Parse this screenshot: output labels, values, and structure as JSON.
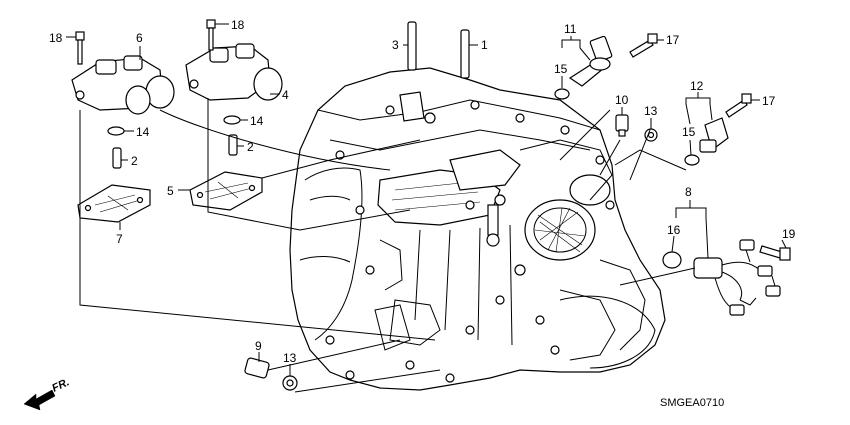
{
  "diagram": {
    "code": "SMGEA0710",
    "direction_label": "FR.",
    "callouts": [
      {
        "id": "c18a",
        "text": "18"
      },
      {
        "id": "c6",
        "text": "6"
      },
      {
        "id": "c18b",
        "text": "18"
      },
      {
        "id": "c3",
        "text": "3"
      },
      {
        "id": "c1",
        "text": "1"
      },
      {
        "id": "c11",
        "text": "11"
      },
      {
        "id": "c17a",
        "text": "17"
      },
      {
        "id": "c15a",
        "text": "15"
      },
      {
        "id": "c4",
        "text": "4"
      },
      {
        "id": "c14a",
        "text": "14"
      },
      {
        "id": "c14b",
        "text": "14"
      },
      {
        "id": "c2a",
        "text": "2"
      },
      {
        "id": "c2b",
        "text": "2"
      },
      {
        "id": "c10",
        "text": "10"
      },
      {
        "id": "c13a",
        "text": "13"
      },
      {
        "id": "c12",
        "text": "12"
      },
      {
        "id": "c17b",
        "text": "17"
      },
      {
        "id": "c15b",
        "text": "15"
      },
      {
        "id": "c5",
        "text": "5"
      },
      {
        "id": "c7",
        "text": "7"
      },
      {
        "id": "c8",
        "text": "8"
      },
      {
        "id": "c16",
        "text": "16"
      },
      {
        "id": "c19",
        "text": "19"
      },
      {
        "id": "c9",
        "text": "9"
      },
      {
        "id": "c13b",
        "text": "13"
      }
    ]
  }
}
